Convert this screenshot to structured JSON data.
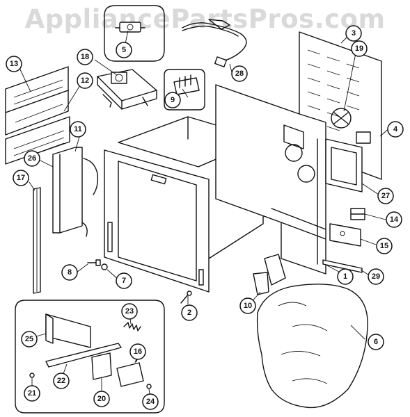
{
  "watermark": "AppliancePartsPros.com",
  "callouts": {
    "c1": "1",
    "c2": "2",
    "c3": "3",
    "c4": "4",
    "c5": "5",
    "c6": "6",
    "c7": "7",
    "c8": "8",
    "c9": "9",
    "c10": "10",
    "c11": "11",
    "c12": "12",
    "c13": "13",
    "c14": "14",
    "c15": "15",
    "c16": "16",
    "c17": "17",
    "c18": "18",
    "c19": "19",
    "c20": "20",
    "c21": "21",
    "c22": "22",
    "c23": "23",
    "c24": "24",
    "c25": "25",
    "c26": "26",
    "c27": "27",
    "c28": "28",
    "c29": "29"
  }
}
